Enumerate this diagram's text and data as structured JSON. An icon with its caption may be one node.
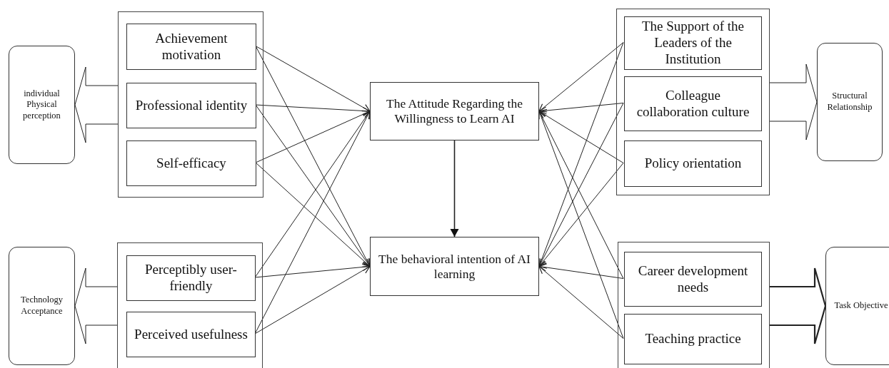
{
  "diagram": {
    "nodes": [
      {
        "text": [
          "individual Physical perception"
        ]
      },
      {
        "text": [],
        "shape": "box"
      },
      {
        "text": [
          "Achievement motivation"
        ],
        "in": 1
      },
      {
        "text": [
          "Professional identity"
        ],
        "in": 1
      },
      {
        "text": [
          "Self-efficacy"
        ],
        "in": 1
      },
      {
        "text": [
          "The Attitude Regarding the Willingness to Learn AI"
        ]
      },
      {
        "text": [],
        "shape": "box"
      },
      {
        "text": [
          "The Support of the Leaders of the Institution"
        ],
        "in": 6
      },
      {
        "text": [
          "Colleague collaboration culture"
        ],
        "in": 6
      },
      {
        "text": [
          "Policy orientation"
        ],
        "in": 6
      },
      {
        "text": [
          "Structural Relationship"
        ]
      },
      {
        "text": [
          "Technology Acceptance"
        ]
      },
      {
        "text": [],
        "shape": "box"
      },
      {
        "text": [
          "Perceptibly user-friendly"
        ],
        "in": 12
      },
      {
        "text": [
          "Perceived usefulness"
        ],
        "in": 12
      },
      {
        "text": [
          "The behavioral intention of AI learning"
        ]
      },
      {
        "text": [],
        "shape": "box"
      },
      {
        "text": [
          "Career development needs"
        ],
        "in": 16
      },
      {
        "text": [
          "Teaching practice"
        ],
        "in": 16
      },
      {
        "text": [
          "Task Objective"
        ]
      }
    ],
    "edges": [
      {
        "from": 2,
        "to": 5,
        "arrow": "to"
      },
      {
        "from": 2,
        "to": 15,
        "arrow": "to"
      },
      {
        "from": 3,
        "to": 5,
        "arrow": "to"
      },
      {
        "from": 3,
        "to": 15,
        "arrow": "to"
      },
      {
        "from": 4,
        "to": 5,
        "arrow": "to"
      },
      {
        "from": 4,
        "to": 15,
        "arrow": "to"
      },
      {
        "from": 13,
        "to": 5,
        "arrow": "to"
      },
      {
        "from": 13,
        "to": 15,
        "arrow": "to"
      },
      {
        "from": 14,
        "to": 5,
        "arrow": "to"
      },
      {
        "from": 14,
        "to": 15,
        "arrow": "to"
      },
      {
        "from": 7,
        "to": 5,
        "arrow": "to"
      },
      {
        "from": 7,
        "to": 15,
        "arrow": "to"
      },
      {
        "from": 8,
        "to": 5,
        "arrow": "to"
      },
      {
        "from": 8,
        "to": 15,
        "arrow": "to"
      },
      {
        "from": 9,
        "to": 5,
        "arrow": "to"
      },
      {
        "from": 9,
        "to": 15,
        "arrow": "to"
      },
      {
        "from": 17,
        "to": 5,
        "arrow": "to"
      },
      {
        "from": 17,
        "to": 15,
        "arrow": "to"
      },
      {
        "from": 18,
        "to": 5,
        "arrow": "to"
      },
      {
        "from": 18,
        "to": 15,
        "arrow": "to"
      },
      {
        "from": 5,
        "to": 15,
        "arrow": "to"
      },
      {
        "from": 1,
        "to": 0,
        "arrow": "to"
      },
      {
        "from": 12,
        "to": 11,
        "arrow": "to"
      },
      {
        "from": 6,
        "to": 10,
        "arrow": "to"
      },
      {
        "from": 16,
        "to": 19,
        "arrow": "to",
        "style": "thick"
      }
    ]
  }
}
